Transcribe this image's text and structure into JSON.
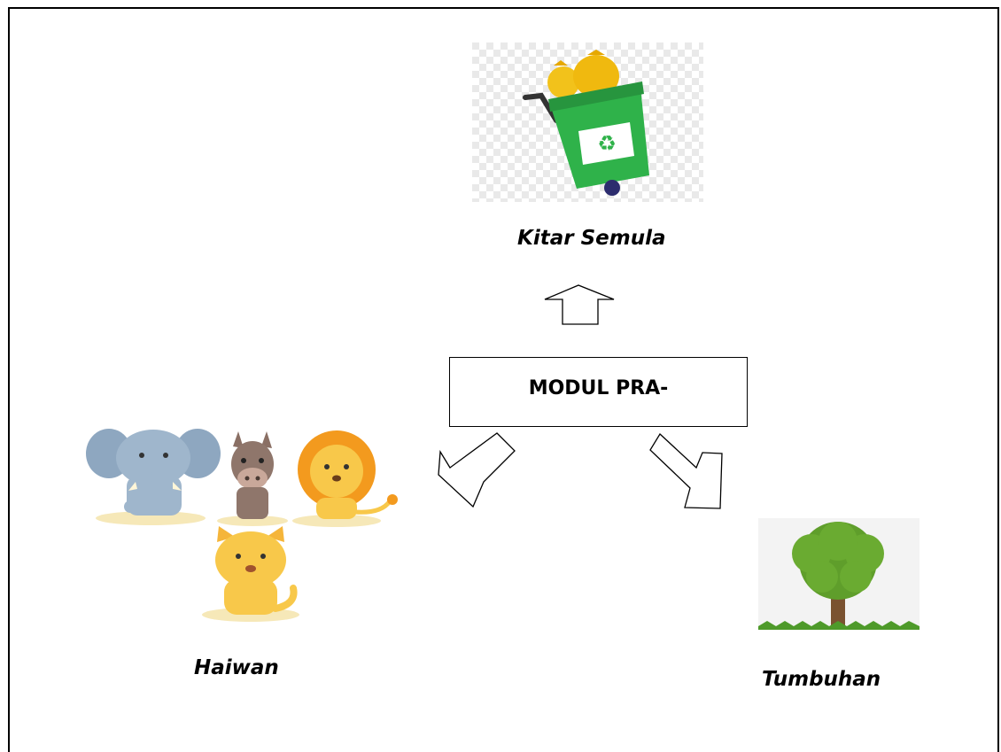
{
  "central": {
    "title": "MODUL PRA-"
  },
  "branches": {
    "top": {
      "label": "Kitar Semula",
      "icon": "recycle-bin-icon"
    },
    "left": {
      "label": "Haiwan",
      "icon": "animals-icon"
    },
    "right": {
      "label": "Tumbuhan",
      "icon": "tree-icon"
    }
  },
  "colors": {
    "bin_green": "#2fb24a",
    "bag_yellow": "#f2c21b",
    "leaf_green": "#5f9e2b",
    "trunk_brown": "#7a5230"
  }
}
